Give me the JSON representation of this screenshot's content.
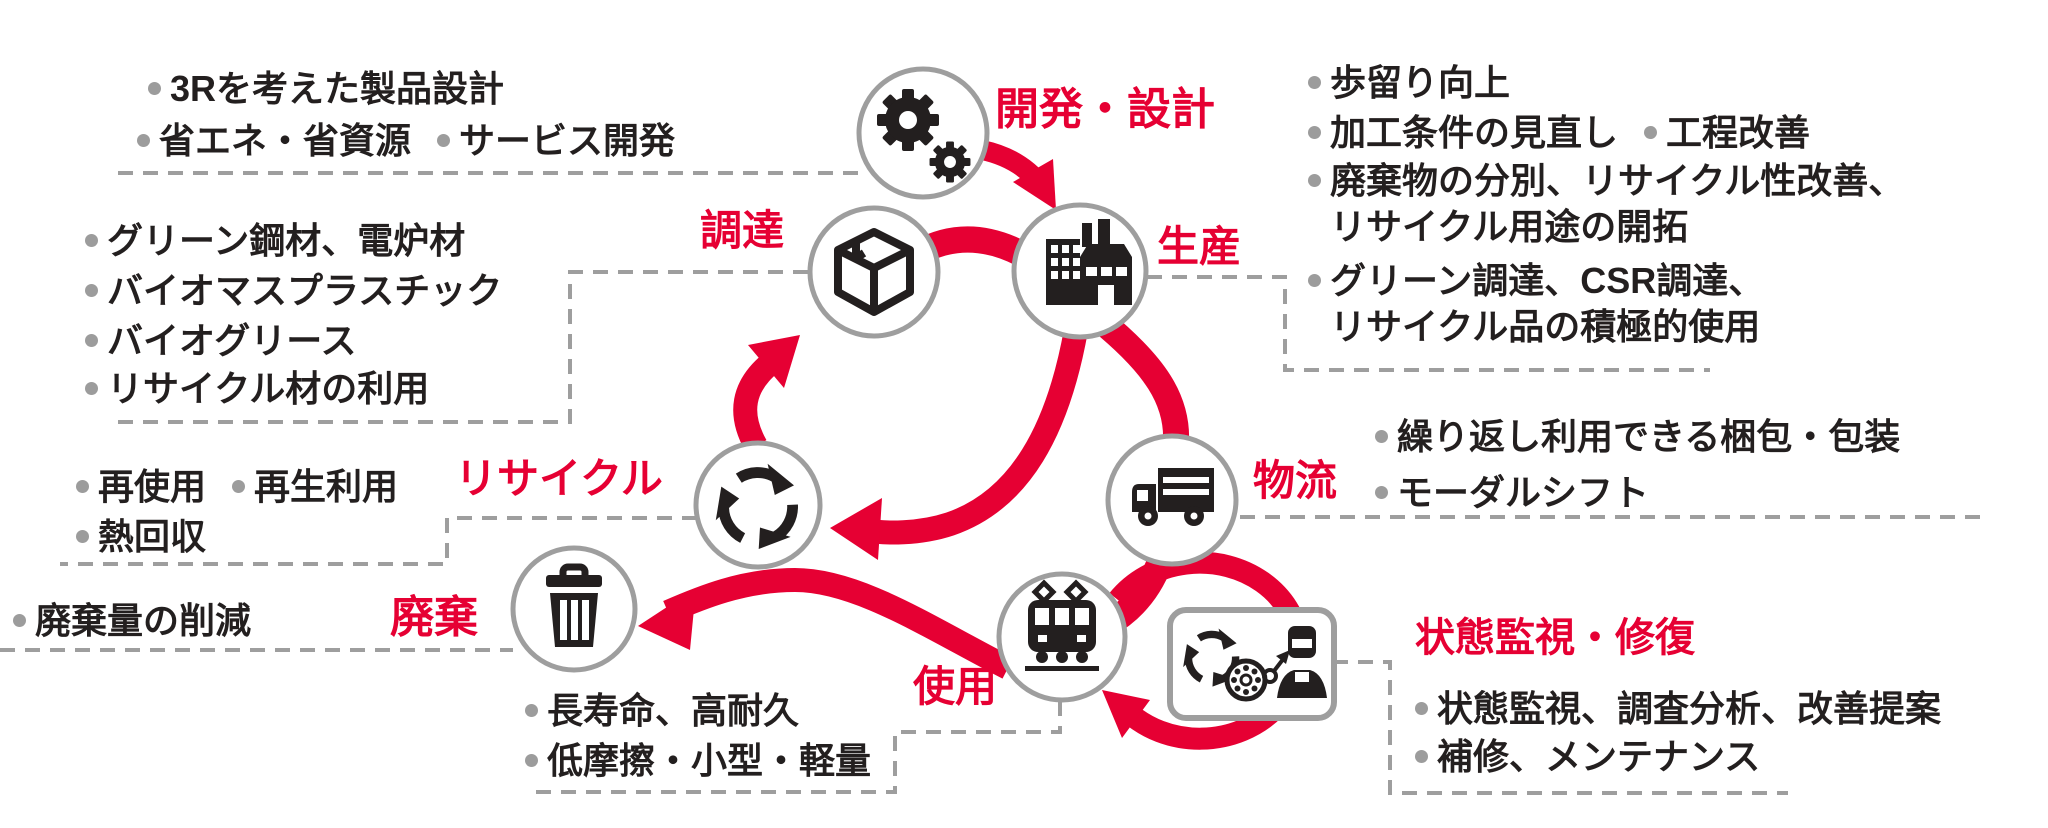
{
  "colors": {
    "accent_red": "#e60033",
    "icon_black": "#231f1f",
    "circle_border_gray": "#9e9e9e",
    "dash_gray": "#9e9e9e",
    "bullet_gray": "#9c9c9c"
  },
  "stages": {
    "development": {
      "label": "開発・設計"
    },
    "production": {
      "label": "生産"
    },
    "logistics": {
      "label": "物流"
    },
    "use": {
      "label": "使用"
    },
    "disposal": {
      "label": "廃棄"
    },
    "recycle": {
      "label": "リサイクル"
    },
    "procurement": {
      "label": "調達"
    },
    "monitoring": {
      "label": "状態監視・修復"
    }
  },
  "notes": {
    "development": [
      "3Rを考えた製品設計",
      "省エネ・省資源",
      "サービス開発"
    ],
    "procurement": [
      "グリーン鋼材、電炉材",
      "バイオマスプラスチック",
      "バイオグリース",
      "リサイクル材の利用"
    ],
    "production": [
      "歩留り向上",
      "加工条件の見直し",
      "工程改善",
      "廃棄物の分別、リサイクル性改善、",
      "リサイクル用途の開拓",
      "グリーン調達、CSR調達、",
      "リサイクル品の積極的使用"
    ],
    "logistics": [
      "繰り返し利用できる梱包・包装",
      "モーダルシフト"
    ],
    "use": [
      "長寿命、高耐久",
      "低摩擦・小型・軽量"
    ],
    "recycle": [
      "再使用",
      "再生利用",
      "熱回収"
    ],
    "disposal": [
      "廃棄量の削減"
    ],
    "monitoring": [
      "状態監視、調査分析、改善提案",
      "補修、メンテナンス"
    ]
  }
}
